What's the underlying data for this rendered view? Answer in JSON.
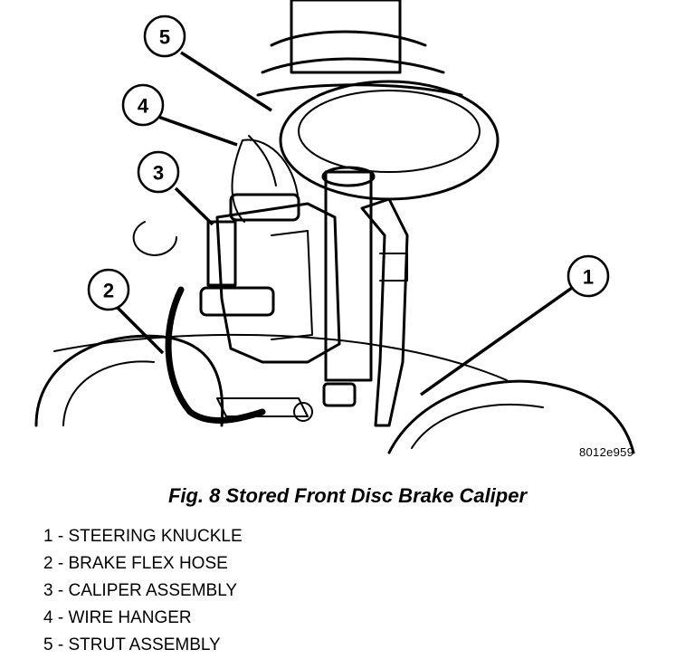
{
  "figure": {
    "code": "8012e959",
    "caption": "Fig. 8 Stored Front Disc Brake Caliper",
    "callouts": [
      "1",
      "2",
      "3",
      "4",
      "5"
    ],
    "legend": [
      {
        "num": "1",
        "text": "STEERING KNUCKLE"
      },
      {
        "num": "2",
        "text": "BRAKE FLEX HOSE"
      },
      {
        "num": "3",
        "text": "CALIPER ASSEMBLY"
      },
      {
        "num": "4",
        "text": "WIRE HANGER"
      },
      {
        "num": "5",
        "text": "STRUT ASSEMBLY"
      }
    ]
  }
}
